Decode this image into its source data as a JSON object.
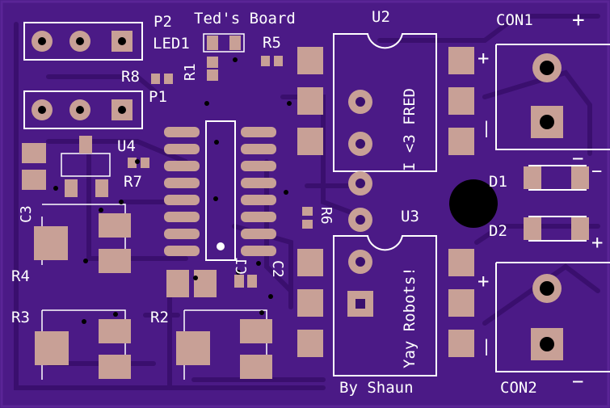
{
  "board": {
    "title": "Ted's Board",
    "credit": "By Shaun",
    "chip1_text": "I <3 FRED",
    "chip2_text": "Yay Robots!"
  },
  "labels": {
    "p2": "P2",
    "led1": "LED1",
    "u2": "U2",
    "con1": "CON1",
    "r8": "R8",
    "r1": "R1",
    "r5": "R5",
    "p1": "P1",
    "u4": "U4",
    "r7": "R7",
    "c3": "C3",
    "r6": "R6",
    "r4": "R4",
    "d1": "D1",
    "d2": "D2",
    "u3": "U3",
    "c1": "C1",
    "c2": "C2",
    "r3": "R3",
    "r2": "R2",
    "con2": "CON2"
  },
  "polarity": {
    "plus": "+",
    "minus": "−",
    "tick": "|"
  },
  "colors": {
    "board": "#4b1a86",
    "trace": "#3a0f6e",
    "pad": "#c8a096",
    "silk": "#ffffff",
    "hole": "#000000"
  }
}
